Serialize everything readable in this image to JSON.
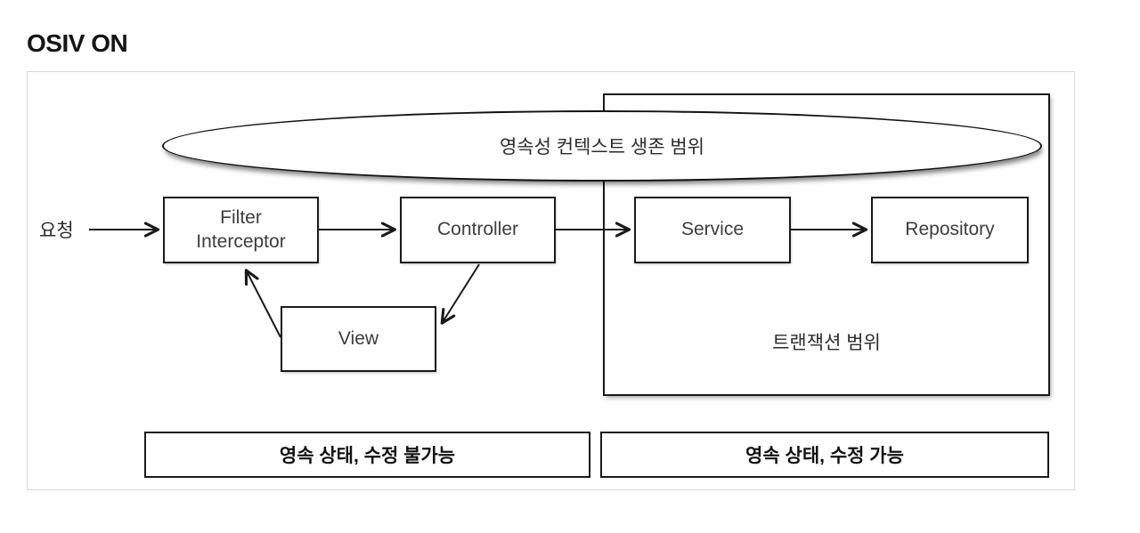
{
  "title": "OSIV ON",
  "diagram": {
    "request_label": "요청",
    "persistence_scope_label": "영속성 컨텍스트 생존 범위",
    "transaction_scope_label": "트랜잭션 범위",
    "nodes": {
      "filter_line1": "Filter",
      "filter_line2": "Interceptor",
      "controller": "Controller",
      "service": "Service",
      "repository": "Repository",
      "view": "View"
    },
    "legend": {
      "left": "영속 상태, 수정 불가능",
      "right": "영속 상태, 수정 가능"
    }
  },
  "colors": {
    "line": "#1a1a1a",
    "box_text": "#3d3d3d",
    "korean_text": "#2b2b2b",
    "outer_border": "#d8d8d8",
    "background": "#ffffff"
  }
}
